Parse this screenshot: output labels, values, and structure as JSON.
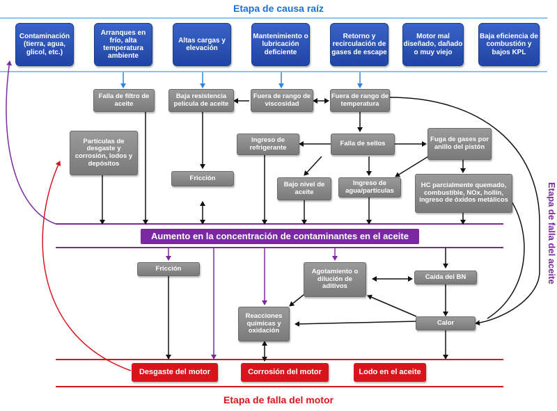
{
  "titles": {
    "top": "Etapa de causa raíz",
    "bottom": "Etapa de falla del motor",
    "side": "Etapa de falla del aceite"
  },
  "root_causes": [
    "Contaminación (tierra, agua, glicol, etc.)",
    "Arranques en frío, alta temperatura ambiente",
    "Altas cargas y elevación",
    "Mantenimiento o lubricación deficiente",
    "Retorno y recirculación de gases de escape",
    "Motor mal diseñado, dañado o muy viejo",
    "Baja eficiencia de combustión y bajos KPL"
  ],
  "nodes": {
    "filtro": "Falla de filtro de aceite",
    "pelicula": "Baja resistencia película de aceite",
    "viscosidad": "Fuera de rango de viscosidad",
    "temperatura": "Fuera de rango de temperatura",
    "particulas_desgaste": "Partículas de desgaste y corrosión, lodos y depósitos",
    "refrigerante": "Ingreso de refrigerante",
    "sellos": "Falla de sellos",
    "fuga_gases": "Fuga de gases por anillo del pistón",
    "friccion_top": "Fricción",
    "bajo_nivel": "Bajo nivel de aceite",
    "ingreso_agua": "Ingreso de agua/partículas",
    "hc": "HC parcialmente quemado, combustible, NOx, hollín, ingreso de óxidos metálicos",
    "friccion_mid": "Fricción",
    "agotamiento": "Agotamiento o dilución de aditivos",
    "caida_bn": "Caída del BN",
    "reacciones": "Reacciones químicas y oxidación",
    "calor": "Calor"
  },
  "center": "Aumento en la concentración de contaminantes en el aceite",
  "failures": [
    "Desgaste del motor",
    "Corrosión del motor",
    "Lodo en el aceite"
  ],
  "colors": {
    "root_blue": "#1f45a5",
    "title_blue": "#1e6fd1",
    "line_blue": "#6aaae4",
    "node_grey": "#868686",
    "center_purple": "#7a2a9e",
    "failure_red": "#d8141c"
  }
}
